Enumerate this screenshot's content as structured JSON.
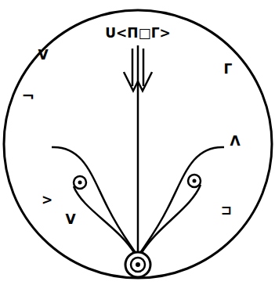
{
  "diagram": {
    "labels": [
      "U<Π□Γ>",
      "V",
      "¬",
      ">",
      "V",
      "Γ",
      "Λ",
      "⊐"
    ]
  }
}
